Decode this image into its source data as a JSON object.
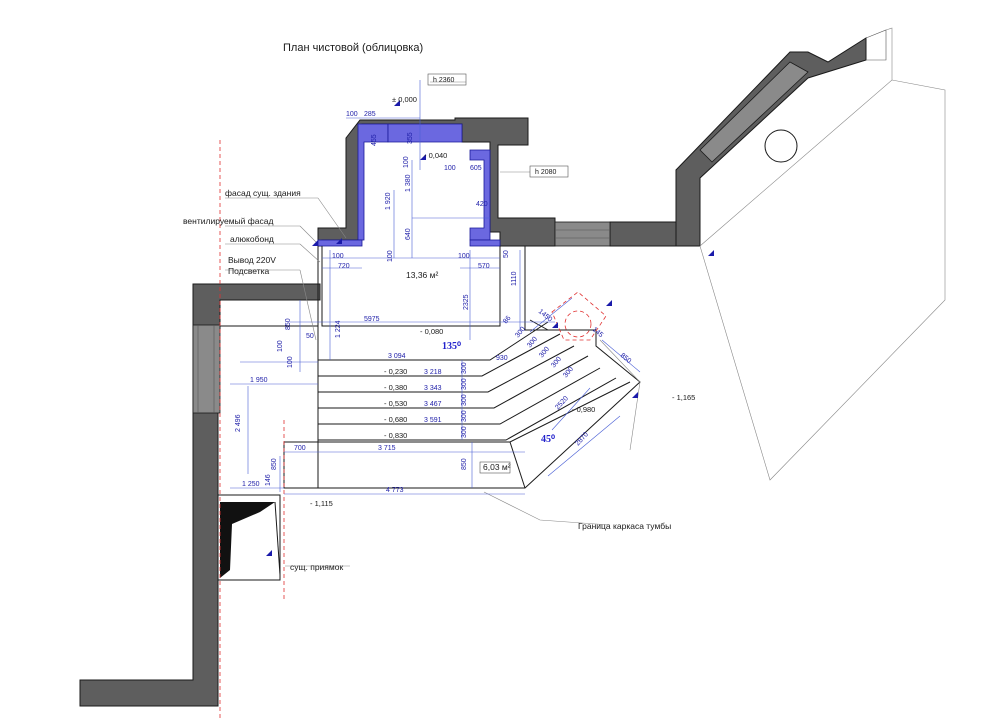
{
  "title": "План чистовой (облицовка)",
  "notes": {
    "facade_existing": "фасад сущ. здания",
    "ventilated_facade": "вентилируемый фасад",
    "alucobond": "алюкобонд",
    "outlet": "Вывод 220V",
    "backlight": "Подсветка",
    "cabinet_border": "Граница каркаса тумбы",
    "pit": "сущ. приямок"
  },
  "heights": {
    "h1": "h 2360",
    "h2": "h 2080"
  },
  "levels": {
    "zero": "± 0,000",
    "l040": "- 0,040",
    "l080": "- 0,080",
    "l230": "- 0,230",
    "l380": "- 0,380",
    "l530": "- 0,530",
    "l680": "- 0,680",
    "l830": "- 0,830",
    "l980": "- 0,980",
    "l1115": "- 1,115",
    "l1165": "- 1,165"
  },
  "areas": {
    "upper": "13,36 м²",
    "lower": "6,03 м²"
  },
  "angles": {
    "a135": "135⁰",
    "a45": "45⁰"
  },
  "dims": {
    "d100a": "100",
    "d285": "285",
    "d455": "455",
    "d355": "355",
    "d100b": "100",
    "d605": "605",
    "d1920": "1 920",
    "d1380": "1 380",
    "d100c": "100",
    "d420": "420",
    "d640": "640",
    "d100d": "100",
    "d720": "720",
    "d100e": "100",
    "d100f": "100",
    "d570": "570",
    "d50a": "50",
    "d1110": "1110",
    "d2325": "2325",
    "d5975": "5975",
    "d850a": "850",
    "d50b": "50",
    "d1224": "1 224",
    "d100g": "100",
    "d100h": "100",
    "d3094": "3 094",
    "d3218": "3 218",
    "d3343": "3 343",
    "d3467": "3 467",
    "d3591": "3 591",
    "d3715": "3 715",
    "d4773": "4 773",
    "d1950": "1 950",
    "d2496": "2 496",
    "d700": "700",
    "d850b": "850",
    "d146": "146",
    "d1250": "1 250",
    "d300a": "300",
    "d300b": "300",
    "d300c": "300",
    "d300d": "300",
    "d300e": "300",
    "d850c": "850",
    "d930": "930",
    "d1450": "1450",
    "d145": "145",
    "d850d": "850",
    "d2520": "2520",
    "d2870": "2870",
    "s86": "86",
    "s300a": "300",
    "s300b": "300",
    "s300c": "300",
    "s300d": "300",
    "s300e": "300"
  }
}
